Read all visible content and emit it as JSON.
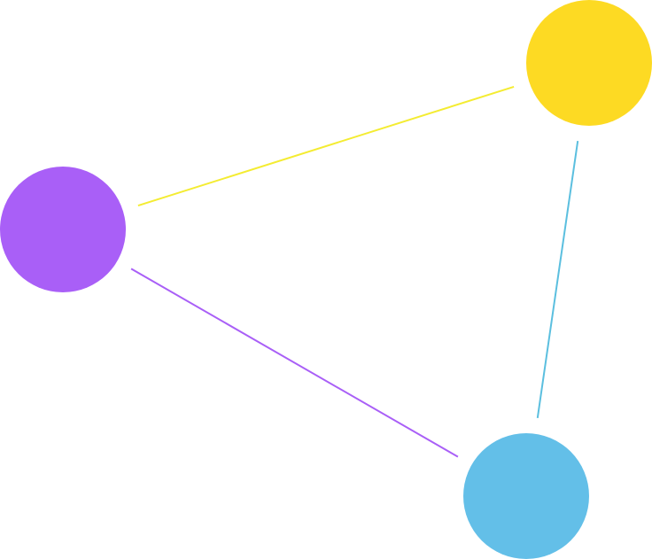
{
  "diagram": {
    "type": "graph",
    "nodes": [
      {
        "id": "purple",
        "color": "#a95ff7"
      },
      {
        "id": "yellow",
        "color": "#fdda23"
      },
      {
        "id": "blue",
        "color": "#63bfe8"
      }
    ],
    "edges": [
      {
        "from": "purple",
        "to": "yellow",
        "color": "#f4ec32"
      },
      {
        "from": "yellow",
        "to": "blue",
        "color": "#5bbfdf"
      },
      {
        "from": "blue",
        "to": "purple",
        "color": "#a95ff7"
      }
    ]
  }
}
